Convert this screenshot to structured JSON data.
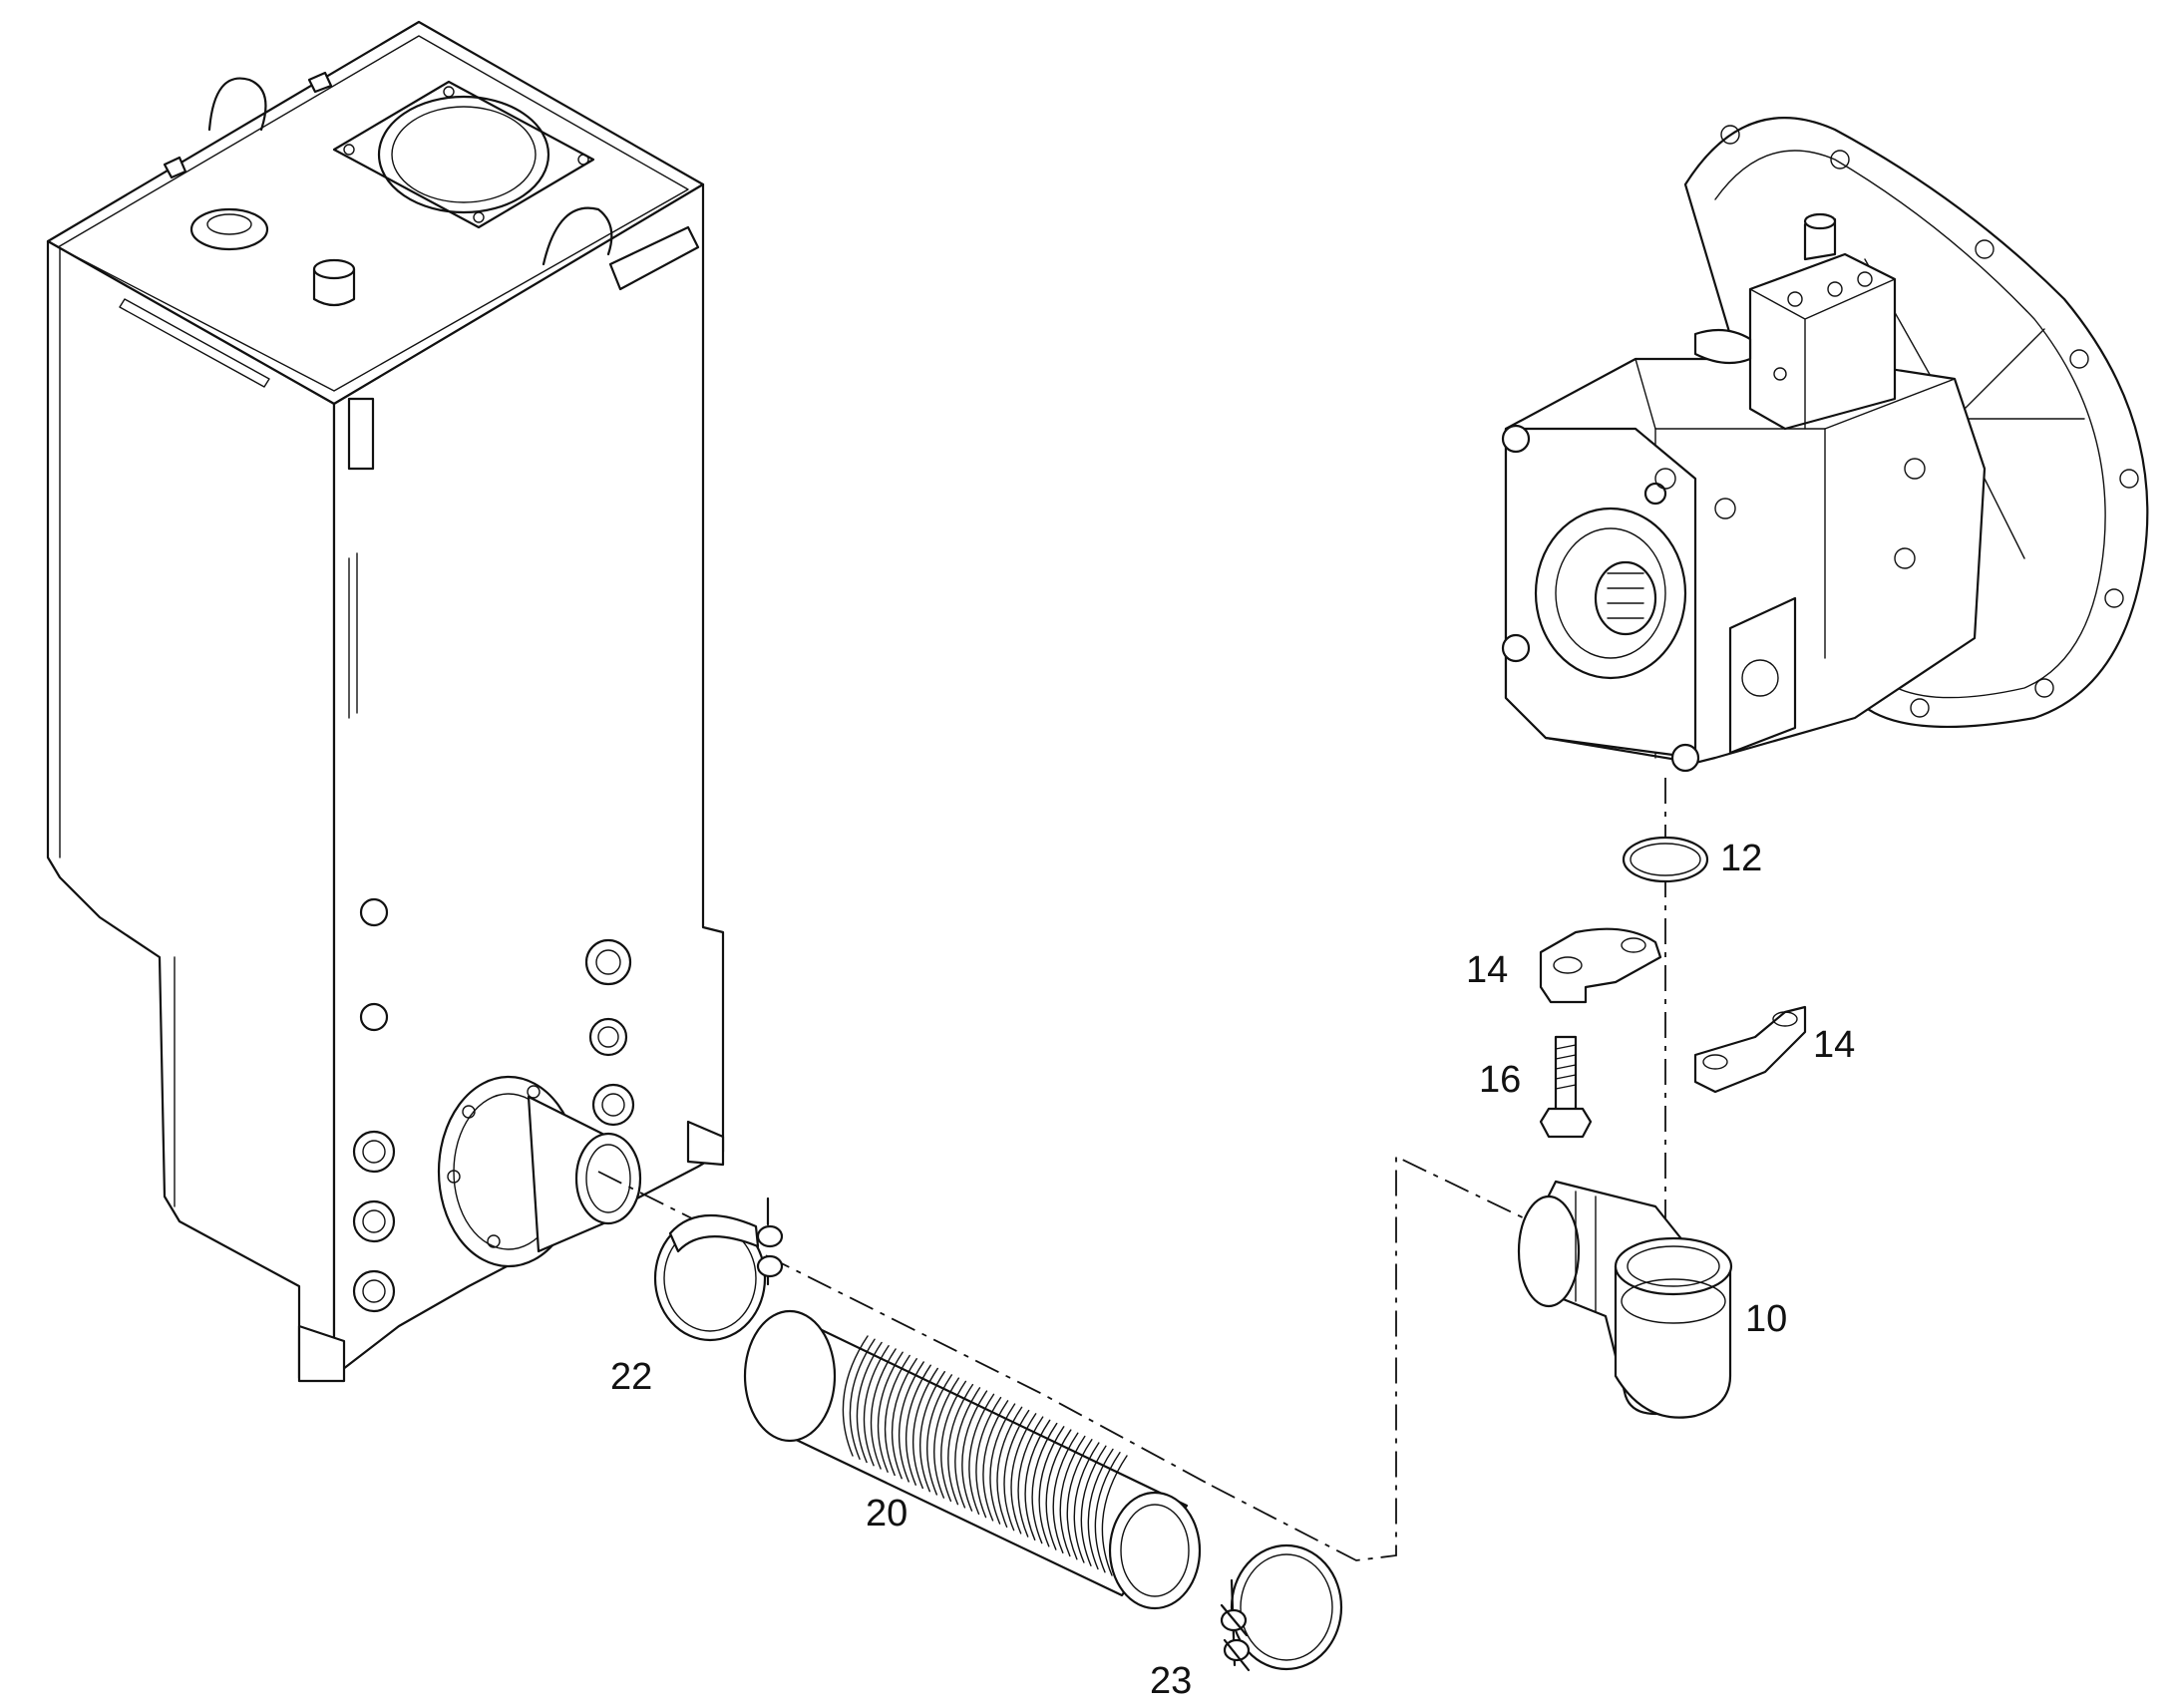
{
  "callouts": [
    {
      "id": "tank-clamp",
      "label": "22"
    },
    {
      "id": "hose",
      "label": "20"
    },
    {
      "id": "pump-clamp",
      "label": "23"
    },
    {
      "id": "elbow",
      "label": "10"
    },
    {
      "id": "o-ring",
      "label": "12"
    },
    {
      "id": "flange-half-left",
      "label": "14"
    },
    {
      "id": "flange-half-right",
      "label": "14"
    },
    {
      "id": "bolt",
      "label": "16"
    }
  ]
}
